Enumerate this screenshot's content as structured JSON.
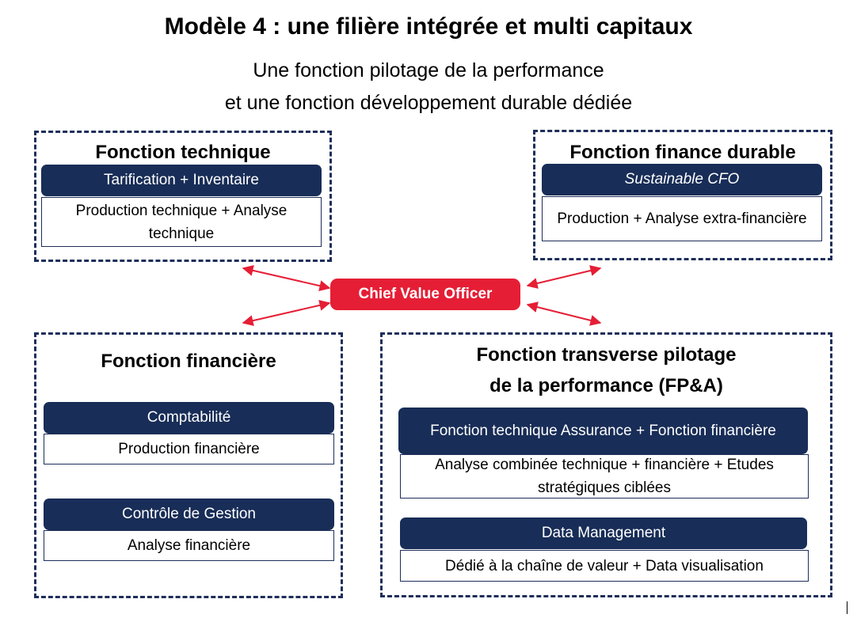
{
  "title": "Modèle 4 : une filière intégrée et multi capitaux",
  "subtitle_line1": "Une fonction pilotage de la performance",
  "subtitle_line2": "et une fonction développement durable dédiée",
  "center": {
    "label": "Chief Value Officer",
    "color": "#e51e35"
  },
  "colors": {
    "navy": "#182d57",
    "arrow": "#e51e35"
  },
  "technique": {
    "title": "Fonction technique",
    "header": "Tarification + Inventaire",
    "body": "Production technique + Analyse technique"
  },
  "finance_durable": {
    "title": "Fonction finance durable",
    "header": "Sustainable CFO",
    "body": "Production + Analyse extra-financière"
  },
  "financiere": {
    "title": "Fonction financière",
    "blocks": [
      {
        "header": "Comptabilité",
        "body": "Production financière"
      },
      {
        "header": "Contrôle de Gestion",
        "body": "Analyse financière"
      }
    ]
  },
  "transverse": {
    "title_line1": "Fonction transverse pilotage",
    "title_line2": "de la performance (FP&A)",
    "blocks": [
      {
        "header": "Fonction technique Assurance + Fonction financière",
        "body": "Analyse combinée technique + financière + Etudes stratégiques ciblées"
      },
      {
        "header": "Data Management",
        "body": "Dédié à la chaîne de valeur + Data visualisation"
      }
    ]
  }
}
